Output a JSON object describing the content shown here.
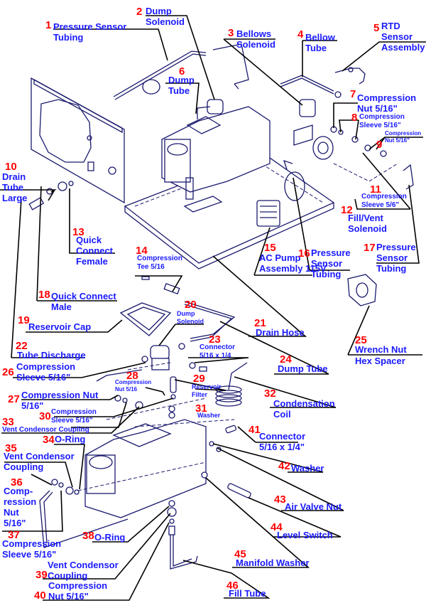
{
  "diagram": {
    "title": "Exploded parts diagram",
    "colors": {
      "number": "#ff0000",
      "label": "#1a1aff",
      "line_art": "#1a1a6e",
      "leader": "#000000"
    },
    "callouts": [
      {
        "n": "1",
        "lines": [
          "Pressure Sensor",
          "Tubing"
        ]
      },
      {
        "n": "2",
        "lines": [
          "Dump",
          "Solenoid"
        ]
      },
      {
        "n": "3",
        "lines": [
          "Bellows",
          "Solenoid"
        ]
      },
      {
        "n": "4",
        "lines": [
          "Bellow",
          "Tube"
        ]
      },
      {
        "n": "5",
        "lines": [
          "RTD",
          "Sensor",
          "Assembly"
        ]
      },
      {
        "n": "6",
        "lines": [
          "Dump",
          "Tube"
        ]
      },
      {
        "n": "7",
        "lines": [
          "Compression",
          "Nut 5/16\""
        ]
      },
      {
        "n": "8",
        "lines": [
          "Compression",
          "Sleeve 5/16\""
        ]
      },
      {
        "n": "9",
        "lines": [
          "Compression",
          "Nut 5/16\""
        ]
      },
      {
        "n": "10",
        "lines": [
          "Drain",
          "Tube",
          "Large"
        ]
      },
      {
        "n": "11",
        "lines": [
          "Compression",
          "Sleeve 5/6\""
        ]
      },
      {
        "n": "12",
        "lines": [
          "Fill/Vent",
          "Solenoid"
        ]
      },
      {
        "n": "13",
        "lines": [
          "Quick",
          "Connect",
          "Female"
        ]
      },
      {
        "n": "14",
        "lines": [
          "Compression",
          "Tee 5/16"
        ]
      },
      {
        "n": "15",
        "lines": [
          "AC Pump",
          "Assembly 115V"
        ]
      },
      {
        "n": "16",
        "lines": [
          "Pressure",
          "Sensor",
          "Tubing"
        ]
      },
      {
        "n": "17",
        "lines": [
          "Pressure",
          "Sensor",
          "Tubing"
        ]
      },
      {
        "n": "18",
        "lines": [
          "Quick Connect",
          "Male"
        ]
      },
      {
        "n": "19",
        "lines": [
          "Reservoir Cap"
        ]
      },
      {
        "n": "20",
        "lines": [
          "Dump",
          "Solenoid"
        ]
      },
      {
        "n": "21",
        "lines": [
          "Drain Hose"
        ]
      },
      {
        "n": "22",
        "lines": [
          "Tube Discharge"
        ]
      },
      {
        "n": "23",
        "lines": [
          "Connector",
          "5/16 x 1/4"
        ]
      },
      {
        "n": "24",
        "lines": [
          "Dump Tube"
        ]
      },
      {
        "n": "25",
        "lines": [
          "Wrench Nut",
          "Hex Spacer"
        ]
      },
      {
        "n": "26",
        "lines": [
          "Compression",
          "Sleeve 5/16\""
        ]
      },
      {
        "n": "27",
        "lines": [
          "Compression Nut",
          "5/16\""
        ]
      },
      {
        "n": "28",
        "lines": [
          "Compression",
          "Nut 5/16"
        ]
      },
      {
        "n": "29",
        "lines": [
          "Reservoir",
          "Filter"
        ]
      },
      {
        "n": "30",
        "lines": [
          "Compression",
          "Sleeve 5/16\""
        ]
      },
      {
        "n": "31",
        "lines": [
          "Washer"
        ]
      },
      {
        "n": "32",
        "lines": [
          "Condensation",
          "Coil"
        ]
      },
      {
        "n": "33",
        "lines": [
          "Vent Condensor Coupling"
        ]
      },
      {
        "n": "34",
        "lines": [
          "O-Ring"
        ]
      },
      {
        "n": "35",
        "lines": [
          "Vent Condensor",
          "Coupling"
        ]
      },
      {
        "n": "36",
        "lines": [
          "Comp-",
          "ression",
          "Nut",
          "5/16\""
        ]
      },
      {
        "n": "37",
        "lines": [
          "Compression",
          "Sleeve 5/16\""
        ]
      },
      {
        "n": "38",
        "lines": [
          "O-Ring"
        ]
      },
      {
        "n": "39",
        "lines": [
          "Vent Condensor",
          "Coupling"
        ]
      },
      {
        "n": "40",
        "lines": [
          "Compression",
          "Nut 5/16\""
        ]
      },
      {
        "n": "41",
        "lines": [
          "Connector",
          "5/16 x 1/4\""
        ]
      },
      {
        "n": "42",
        "lines": [
          "Washer"
        ]
      },
      {
        "n": "43",
        "lines": [
          "Air Valve Nut"
        ]
      },
      {
        "n": "44",
        "lines": [
          "Level Switch"
        ]
      },
      {
        "n": "45",
        "lines": [
          "Manifold Washer"
        ]
      },
      {
        "n": "46",
        "lines": [
          "Fill Tube"
        ]
      }
    ]
  }
}
